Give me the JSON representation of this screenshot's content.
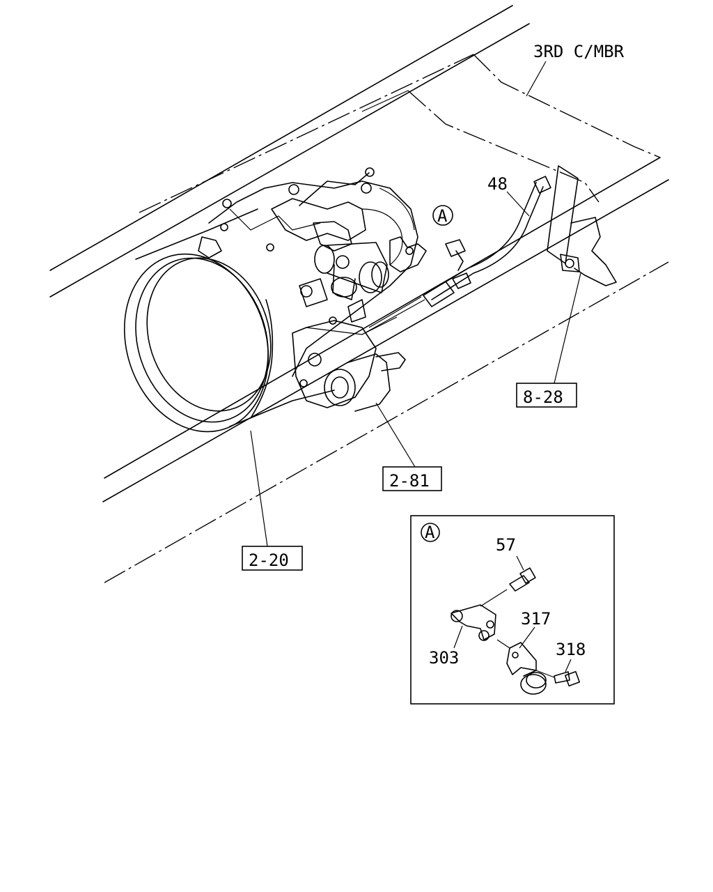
{
  "labels": {
    "frame_member": "3RD C/MBR",
    "part_48": "48",
    "ref_8_28": "8-28",
    "ref_2_81": "2-81",
    "ref_2_20": "2-20",
    "detail_marker": "A",
    "part_57": "57",
    "part_303": "303",
    "part_317": "317",
    "part_318": "318"
  }
}
